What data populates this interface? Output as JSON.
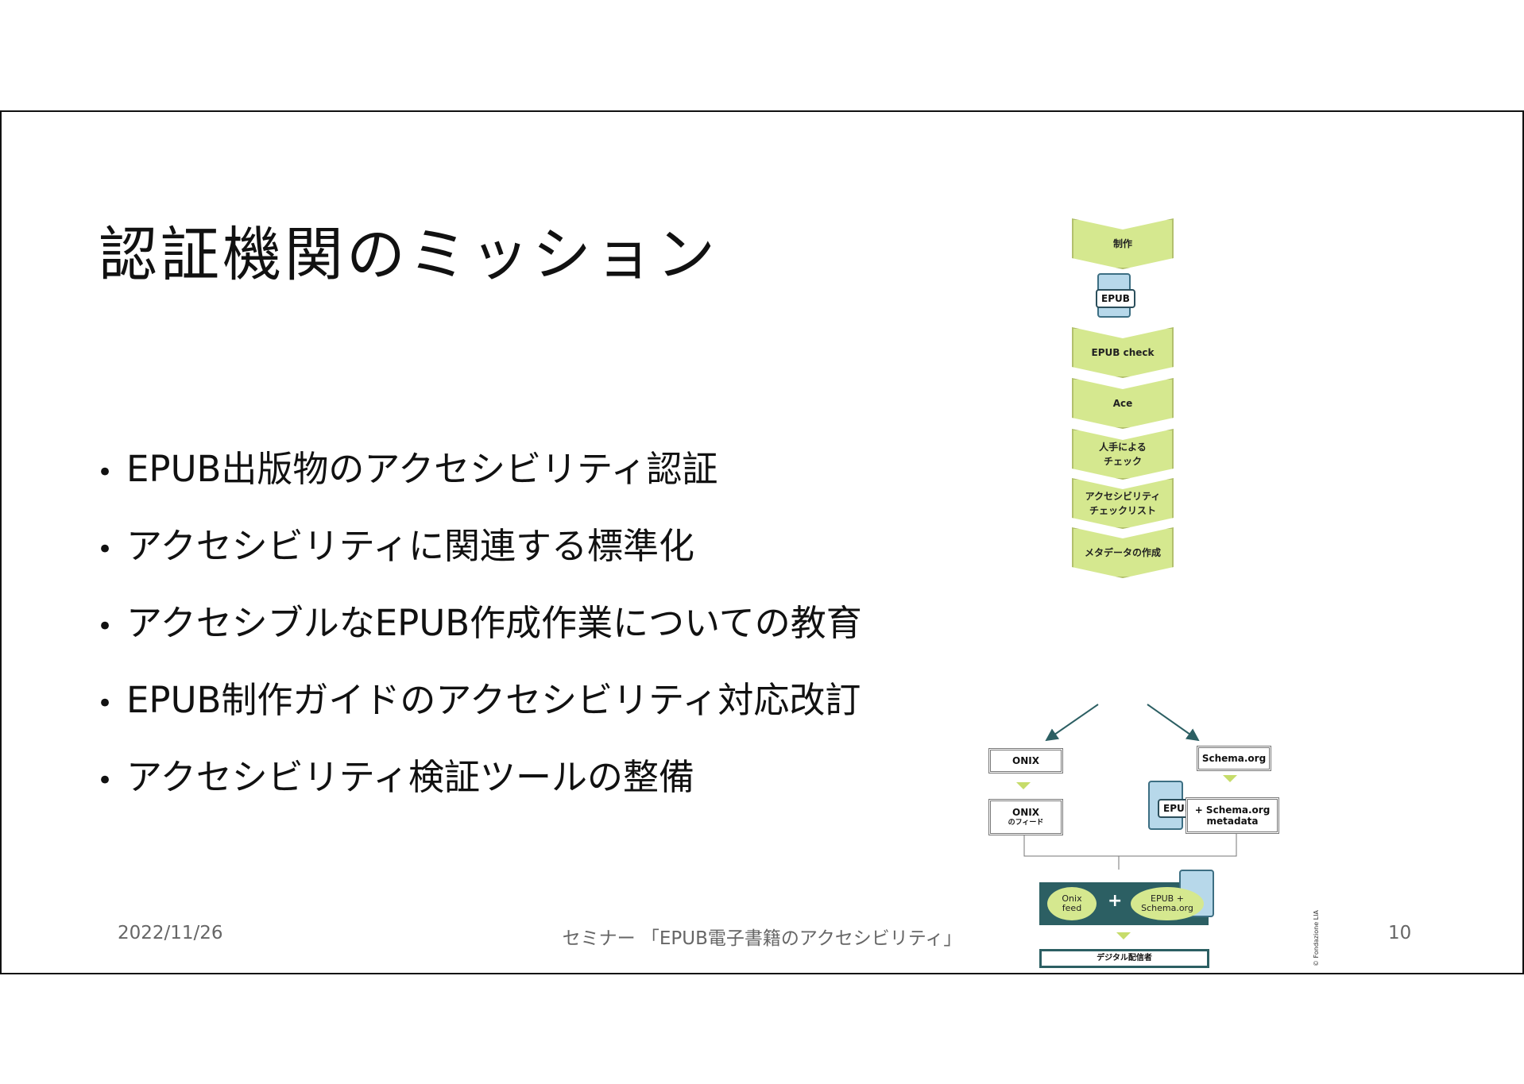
{
  "slide": {
    "title": "認証機関のミッション",
    "bullet_symbol": "•",
    "bullets": [
      "EPUB出版物のアクセシビリティ認証",
      "アクセシビリティに関連する標準化",
      "アクセシブルなEPUB作成作業についての教育",
      "EPUB制作ガイドのアクセシビリティ対応改訂",
      "アクセシビリティ検証ツールの整備"
    ],
    "footer": {
      "date": "2022/11/26",
      "center": "セミナー 「EPUB電子書籍のアクセシビリティ」",
      "page": "10"
    }
  },
  "diagram": {
    "steps": {
      "production": "制作",
      "epub_doc": "EPUB",
      "epub_check": "EPUB check",
      "ace": "Ace",
      "manual_1": "人手による",
      "manual_2": "チェック",
      "checklist_1": "アクセシビリティ",
      "checklist_2": "チェックリスト",
      "metadata": "メタデータの作成"
    },
    "left": {
      "onix": "ONIX",
      "onix_feed_1": "ONIX",
      "onix_feed_2": "のフィード"
    },
    "right": {
      "schema": "Schema.org",
      "epub_doc": "EPUB",
      "schema_meta_1": "+ Schema.org",
      "schema_meta_2": "metadata"
    },
    "bottom": {
      "onix_feed_1": "Onix",
      "onix_feed_2": "feed",
      "plus": "+",
      "epub_schema_1": "EPUB +",
      "epub_schema_2": "Schema.org",
      "distribution": "デジタル配信者"
    },
    "credit": "© Fondazione LIA",
    "colors": {
      "chevron_fill": "#d5e88f",
      "doc_fill": "#b7d8ea",
      "band": "#2c5f63",
      "arrow": "#2c5f63"
    }
  }
}
